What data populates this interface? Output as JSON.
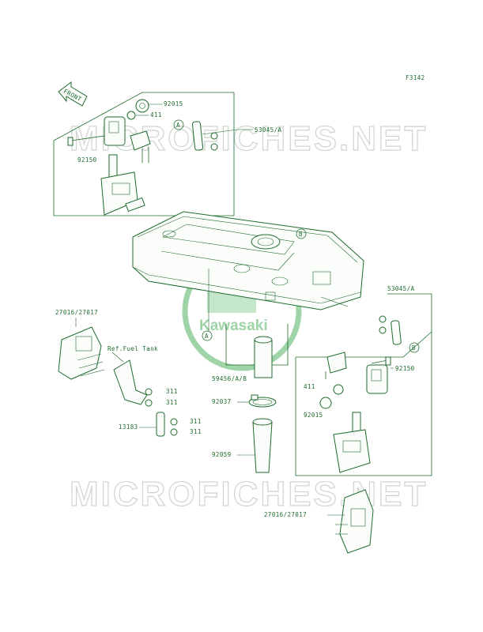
{
  "figure_code": "F3142",
  "front_label": "FRONT",
  "watermark_text": "MICROFICHES.NET",
  "logo_text": "Kawasaki",
  "reference_text": "Ref.Fuel Tank",
  "callouts": {
    "a": "A",
    "b": "B"
  },
  "parts": {
    "p92015": "92015",
    "p411": "411",
    "p53045": "53045/A",
    "p92150": "92150",
    "p27016": "27016/27017",
    "p311": "311",
    "p13183": "13183",
    "p59456": "59456/A/B",
    "p92037": "92037",
    "p92059": "92059"
  },
  "colors": {
    "line": "#1f6b2c",
    "watermark": "#cfd4d0",
    "logo": "#9fd3a8"
  }
}
